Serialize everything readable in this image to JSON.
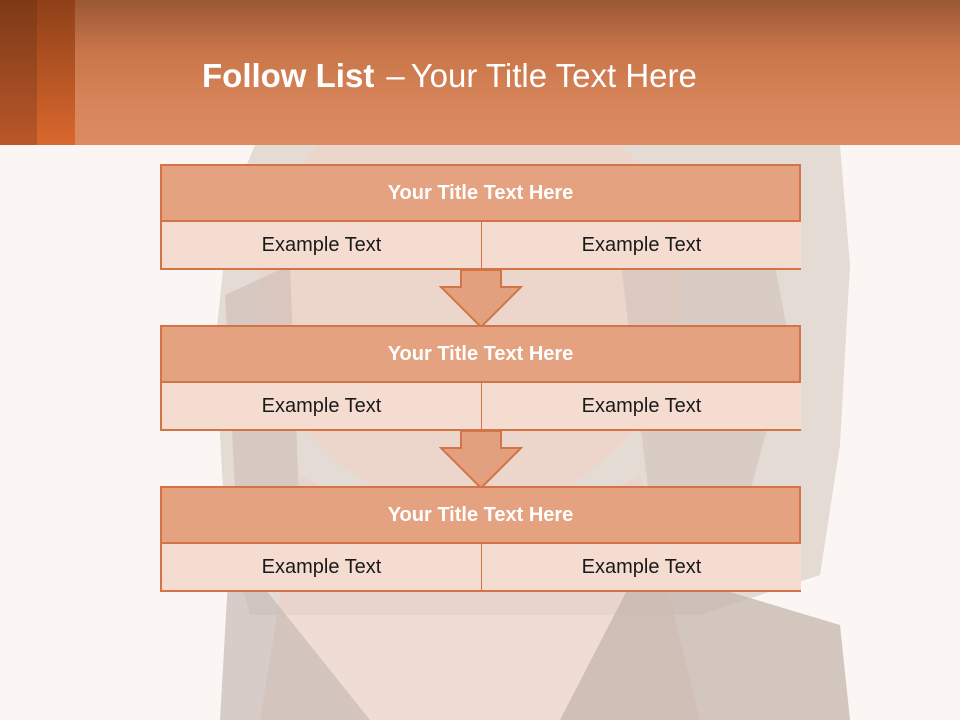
{
  "slide": {
    "title_bold": "Follow List",
    "title_dash": "–",
    "title_rest": "Your Title Text Here"
  },
  "colors": {
    "header": "#d7845a",
    "box_border": "#d27445",
    "box_head": "#e4a280",
    "box_body": "#f5dcd1"
  },
  "steps": [
    {
      "title": "Your Title Text Here",
      "left": "Example Text",
      "right": "Example Text"
    },
    {
      "title": "Your Title Text Here",
      "left": "Example Text",
      "right": "Example Text"
    },
    {
      "title": "Your Title Text Here",
      "left": "Example Text",
      "right": "Example Text"
    }
  ]
}
